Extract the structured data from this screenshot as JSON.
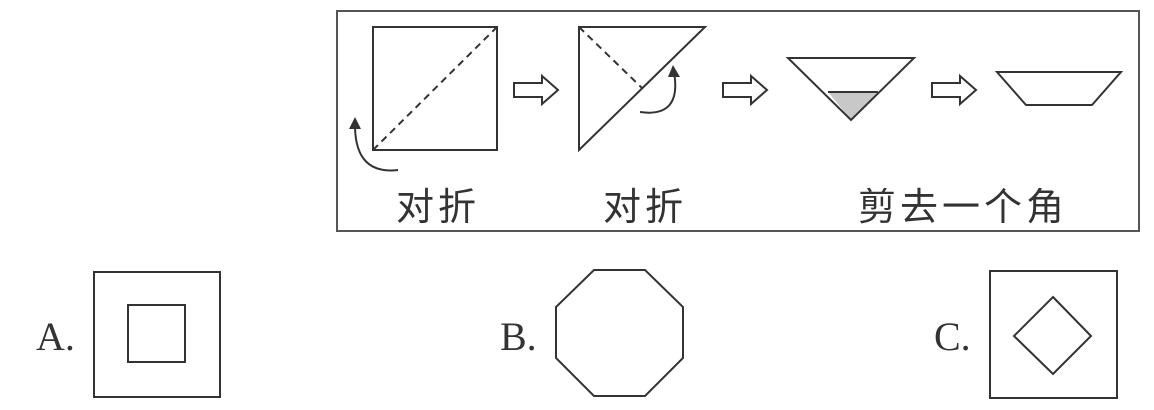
{
  "procedure": {
    "steps": [
      {
        "caption": "对折"
      },
      {
        "caption": "对折"
      },
      {
        "caption": "剪去一个角"
      }
    ],
    "arrow_icon": "hollow-right-arrow"
  },
  "options": [
    {
      "letter": "A."
    },
    {
      "letter": "B."
    },
    {
      "letter": "C."
    }
  ],
  "colors": {
    "stroke": "#333333",
    "cut_fill": "#c8c8c8",
    "frame": "#555555"
  }
}
